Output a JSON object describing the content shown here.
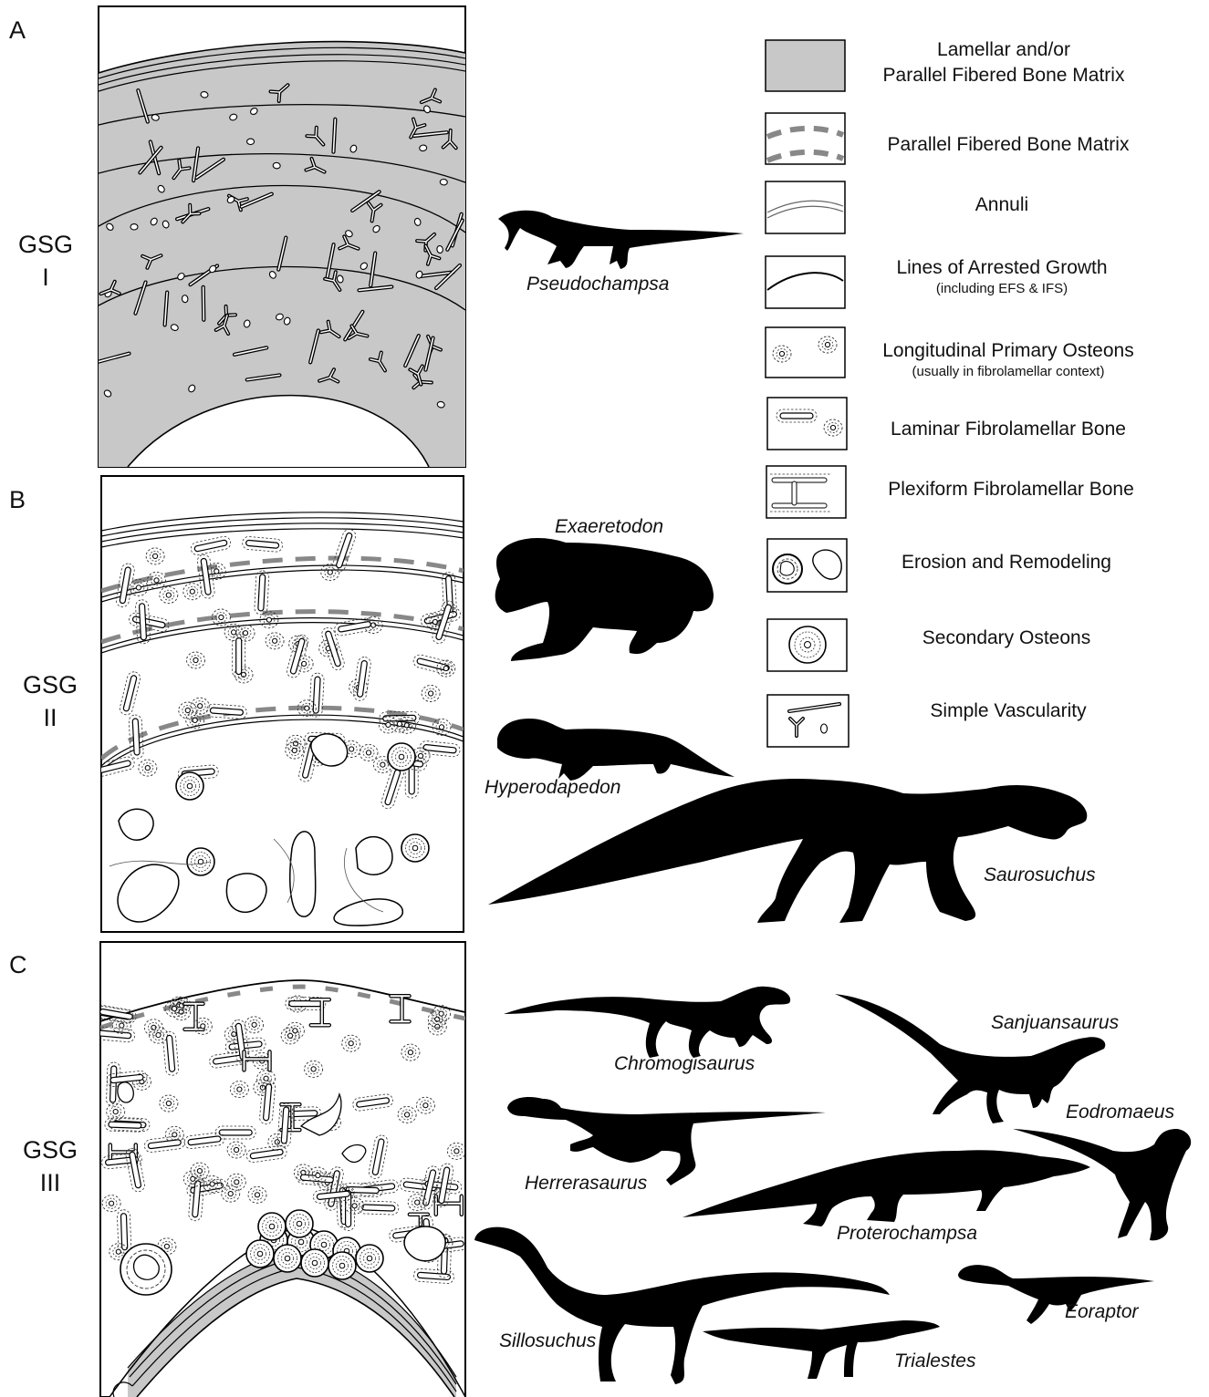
{
  "panels": [
    {
      "letter": "A",
      "group": [
        "GSG",
        "I"
      ]
    },
    {
      "letter": "B",
      "group": [
        "GSG",
        "II"
      ]
    },
    {
      "letter": "C",
      "group": [
        "GSG",
        "III"
      ]
    }
  ],
  "legend": [
    {
      "label": [
        "Lamellar and/or",
        "Parallel Fibered Bone Matrix"
      ],
      "note": "",
      "icon": "lamellar-matrix-swatch"
    },
    {
      "label": [
        "Parallel Fibered Bone Matrix"
      ],
      "note": "",
      "icon": "parallel-fibered-swatch"
    },
    {
      "label": [
        "Annuli"
      ],
      "note": "",
      "icon": "annuli-swatch"
    },
    {
      "label": [
        "Lines of Arrested Growth"
      ],
      "note": "(including EFS & IFS)",
      "icon": "lag-swatch"
    },
    {
      "label": [
        "Longitudinal Primary Osteons"
      ],
      "note": "(usually in fibrolamellar context)",
      "icon": "primary-osteon-swatch"
    },
    {
      "label": [
        "Laminar Fibrolamellar Bone"
      ],
      "note": "",
      "icon": "laminar-bone-swatch"
    },
    {
      "label": [
        "Plexiform Fibrolamellar Bone"
      ],
      "note": "",
      "icon": "plexiform-bone-swatch"
    },
    {
      "label": [
        "Erosion and Remodeling"
      ],
      "note": "",
      "icon": "erosion-swatch"
    },
    {
      "label": [
        "Secondary Osteons"
      ],
      "note": "",
      "icon": "secondary-osteon-swatch"
    },
    {
      "label": [
        "Simple Vascularity"
      ],
      "note": "",
      "icon": "simple-vascularity-swatch"
    }
  ],
  "taxa": {
    "gsg1": [
      "Pseudochampsa"
    ],
    "gsg2": [
      "Exaeretodon",
      "Hyperodapedon",
      "Saurosuchus"
    ],
    "gsg3": [
      "Chromogisaurus",
      "Sanjuansaurus",
      "Eodromaeus",
      "Herrerasaurus",
      "Proterochampsa",
      "Sillosuchus",
      "Eoraptor",
      "Trialestes"
    ]
  },
  "colors": {
    "bone_matrix": "#c8c8c8",
    "parallel_fibered": "#888888",
    "ink": "#000000",
    "silhouette": "#000000"
  }
}
